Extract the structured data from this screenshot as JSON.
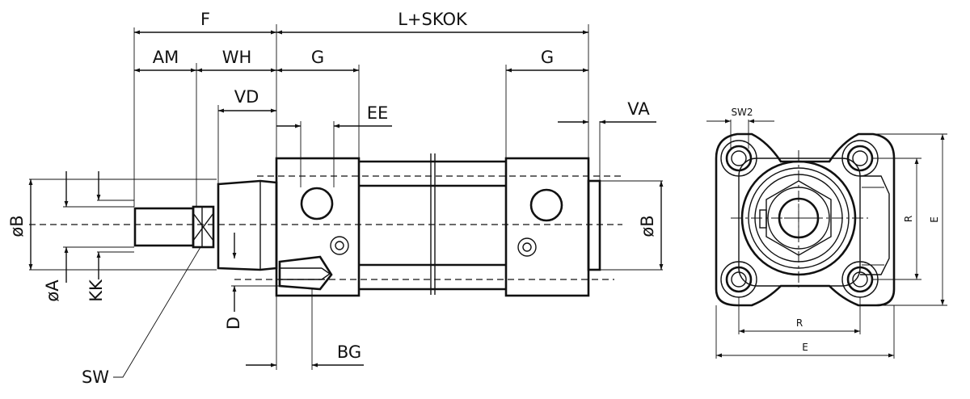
{
  "side_view": {
    "labels": {
      "F": "F",
      "L_SKOK": "L+SKOK",
      "AM": "AM",
      "WH": "WH",
      "G_left": "G",
      "G_right": "G",
      "VD": "VD",
      "EE": "EE",
      "VA": "VA",
      "dia_B_left": "øB",
      "dia_B_right": "øB",
      "dia_A": "øA",
      "KK": "KK",
      "D": "D",
      "BG": "BG",
      "SW": "SW"
    }
  },
  "end_view": {
    "labels": {
      "SW2": "SW2",
      "R_vertical": "R",
      "E_vertical": "E",
      "R_horizontal": "R",
      "E_horizontal": "E"
    }
  }
}
